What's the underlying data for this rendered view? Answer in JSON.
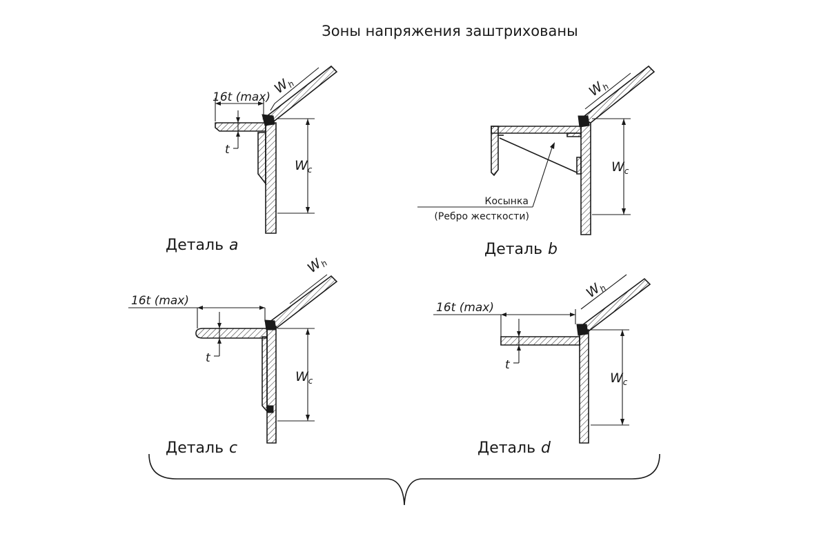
{
  "title": "Зоны напряжения заштрихованы",
  "details": {
    "a": {
      "label": "Деталь",
      "letter": "a",
      "dim_16t": "16t (max)",
      "dim_t": "t",
      "wh": "W",
      "wh_sub": "h",
      "wc": "W",
      "wc_sub": "c"
    },
    "b": {
      "label": "Деталь",
      "letter": "b",
      "wh": "W",
      "wh_sub": "h",
      "wc": "W",
      "wc_sub": "c",
      "note_line1": "Косынка",
      "note_line2": "(Ребро жесткости)"
    },
    "c": {
      "label": "Деталь",
      "letter": "c",
      "dim_16t": "16t (max)",
      "dim_t": "t",
      "wh": "W",
      "wh_sub": "h",
      "wc": "W",
      "wc_sub": "c"
    },
    "d": {
      "label": "Деталь",
      "letter": "d",
      "dim_16t": "16t (max)",
      "dim_t": "t",
      "wh": "W",
      "wh_sub": "h",
      "wc": "W",
      "wc_sub": "c"
    }
  },
  "colors": {
    "line": "#1a1a1a",
    "background": "#ffffff"
  }
}
